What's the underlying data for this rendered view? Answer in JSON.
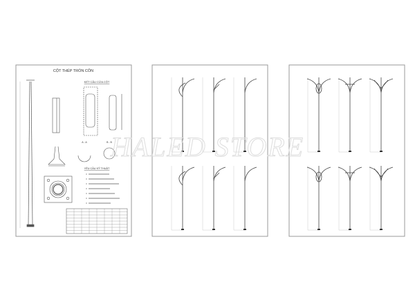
{
  "sheet1": {
    "title": "CỘT THÉP TRÒN CÔN",
    "door_section_title": "KẾT CẤU CỬA CỘT",
    "requirements_title": "YÊU CẦU KỸ THUẬT",
    "section_labels": [
      "A - A",
      "B - B"
    ],
    "requirements_lines": 7,
    "table_rows": 7,
    "table_cols": 8
  },
  "sheet2": {
    "poles_per_row": 3,
    "rows": 2,
    "arm_type": "single-arm"
  },
  "sheet3": {
    "poles_per_row": 3,
    "rows": 2,
    "arm_type": "double-arm"
  },
  "watermark": "HALED STORE",
  "colors": {
    "line": "#555555",
    "frame": "#999999",
    "watermark": "#dddddd"
  }
}
